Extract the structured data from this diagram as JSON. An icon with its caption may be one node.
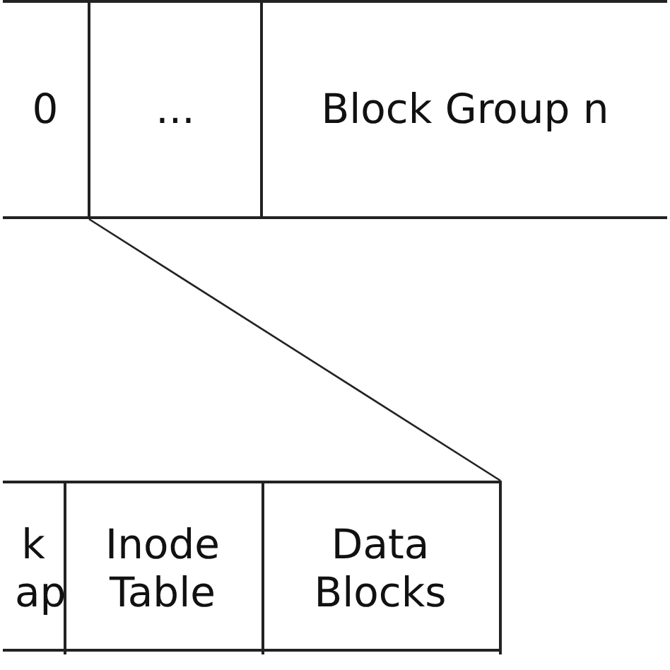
{
  "diagram": {
    "nodes": [
      {
        "text": [
          "0"
        ]
      },
      {
        "text": [
          "..."
        ]
      },
      {
        "text": [
          "Block Group n"
        ]
      },
      {
        "text": [],
        "shape": "box"
      },
      {
        "text": [
          "k ap"
        ],
        "in": 3
      },
      {
        "text": [
          "Inode Table"
        ],
        "in": 3
      },
      {
        "text": [
          "Data Blocks"
        ],
        "in": 3
      }
    ],
    "edges": [
      {
        "from": 0,
        "to": 3,
        "arrow": "none"
      }
    ]
  }
}
